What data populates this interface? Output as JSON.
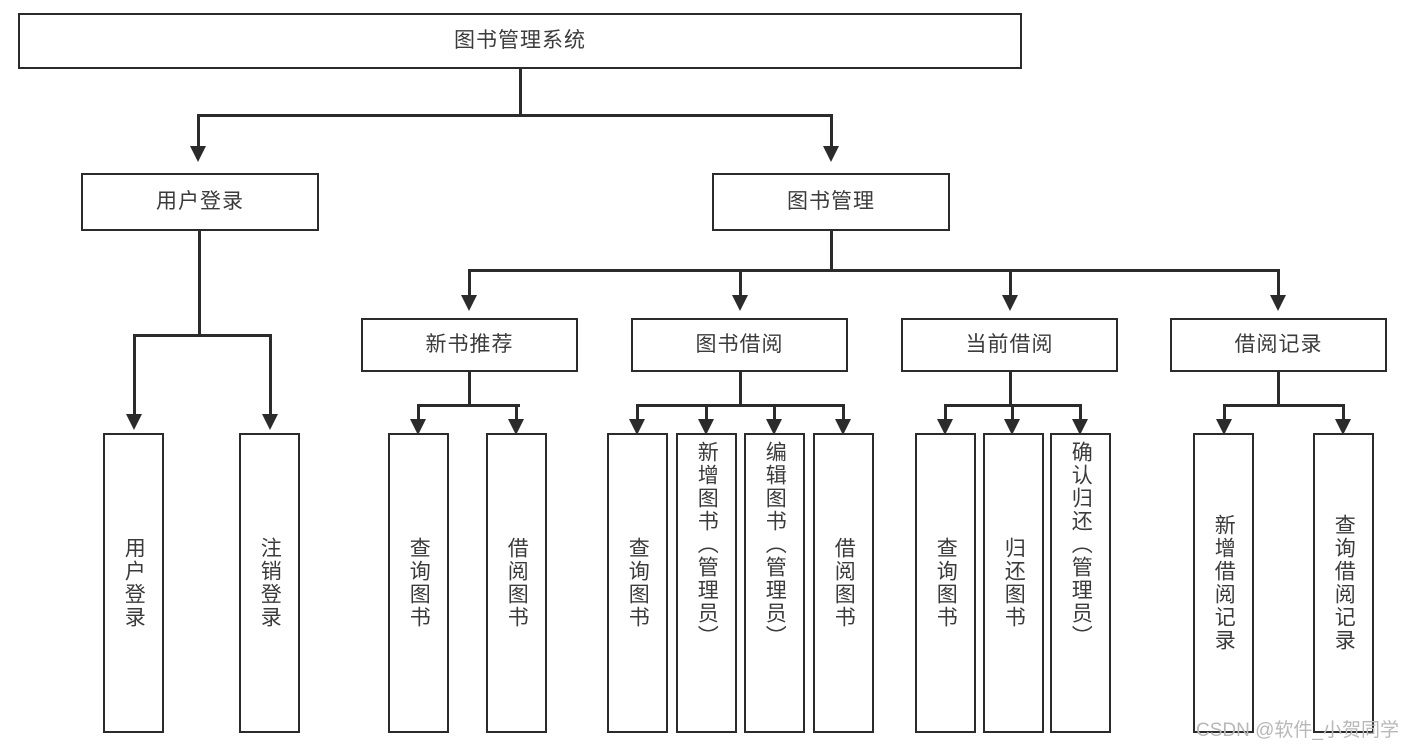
{
  "diagram": {
    "type": "tree-hierarchy-diagram",
    "title": "图书管理系统",
    "style": {
      "box_border_color": "#2b2b2b",
      "box_fill_color": "#ffffff",
      "text_color": "#3b3b3b",
      "connector_color": "#2b2b2b",
      "background_color": "#ffffff",
      "watermark_color": "#b8b8b8"
    },
    "levels": {
      "root": {
        "label": "图书管理系统",
        "orientation": "horizontal"
      },
      "level1": [
        {
          "id": "user-login",
          "label": "用户登录",
          "orientation": "horizontal"
        },
        {
          "id": "book-manage",
          "label": "图书管理",
          "orientation": "horizontal"
        }
      ],
      "level2": [
        {
          "id": "new-book-recommend",
          "label": "新书推荐",
          "orientation": "horizontal",
          "parent": "book-manage"
        },
        {
          "id": "book-borrow",
          "label": "图书借阅",
          "orientation": "horizontal",
          "parent": "book-manage"
        },
        {
          "id": "current-borrow",
          "label": "当前借阅",
          "orientation": "horizontal",
          "parent": "book-manage"
        },
        {
          "id": "borrow-record",
          "label": "借阅记录",
          "orientation": "horizontal",
          "parent": "book-manage"
        }
      ],
      "leaves": [
        {
          "id": "leaf-user-login",
          "label": "用户登录",
          "parent": "user-login"
        },
        {
          "id": "leaf-logout",
          "label": "注销登录",
          "parent": "user-login"
        },
        {
          "id": "leaf-query-book-1",
          "label": "查询图书",
          "parent": "new-book-recommend"
        },
        {
          "id": "leaf-borrow-book-1",
          "label": "借阅图书",
          "parent": "new-book-recommend"
        },
        {
          "id": "leaf-query-book-2",
          "label": "查询图书",
          "parent": "book-borrow"
        },
        {
          "id": "leaf-add-book-admin",
          "label": "新增图书（管理员）",
          "parent": "book-borrow"
        },
        {
          "id": "leaf-edit-book-admin",
          "label": "编辑图书（管理员）",
          "parent": "book-borrow"
        },
        {
          "id": "leaf-borrow-book-2",
          "label": "借阅图书",
          "parent": "book-borrow"
        },
        {
          "id": "leaf-query-book-3",
          "label": "查询图书",
          "parent": "current-borrow"
        },
        {
          "id": "leaf-return-book",
          "label": "归还图书",
          "parent": "current-borrow"
        },
        {
          "id": "leaf-confirm-return-admin",
          "label": "确认归还（管理员）",
          "parent": "current-borrow"
        },
        {
          "id": "leaf-add-borrow-record",
          "label": "新增借阅记录",
          "parent": "borrow-record"
        },
        {
          "id": "leaf-query-borrow-record",
          "label": "查询借阅记录",
          "parent": "borrow-record"
        }
      ]
    },
    "watermark": "CSDN @软件_小贺同学"
  }
}
